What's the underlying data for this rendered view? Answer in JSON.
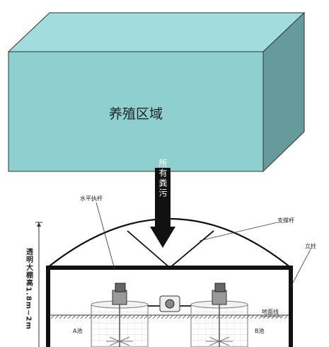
{
  "box": {
    "label": "养殖区域",
    "front_color": "#8ecfcf",
    "top_color": "#a2dcdc",
    "side_color": "#679a9a"
  },
  "arrow": {
    "label": "所有粪污",
    "color": "#111111"
  },
  "greenhouse": {
    "labels": {
      "horizontal_bar": "水平执杆",
      "support_bar": "支撑杆",
      "column": "立柱",
      "ground_line": "地面线",
      "pool_a": "A池",
      "pool_b": "B池"
    },
    "height_label": "透明大棚高1.8m~2m"
  }
}
